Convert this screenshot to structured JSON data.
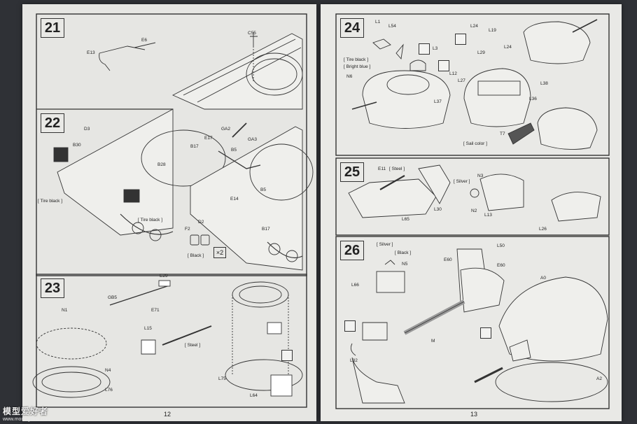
{
  "watermark": {
    "title": "模型爱好者",
    "site": "www.moxingfans.com"
  },
  "pages": {
    "left": {
      "number": "12"
    },
    "right": {
      "number": "13"
    }
  },
  "steps": {
    "s21": {
      "num": "21",
      "labels": {
        "e6": "E6",
        "e13": "E13",
        "c55": "C55"
      }
    },
    "s22": {
      "num": "22",
      "labels": {
        "d3": "D3",
        "b30": "B30",
        "b28": "B28",
        "e17": "E17",
        "ga2": "GA2",
        "ga3": "GA3",
        "b17a": "B17",
        "b5a": "B5",
        "b5b": "B5",
        "e14": "E14",
        "b17b": "B17",
        "f2": "F2",
        "d2": "D2"
      },
      "notes": {
        "tire1": "[ Tire black ]",
        "tire2": "[ Tire black ]",
        "black": "[ Black ]",
        "x2": "×2"
      }
    },
    "s23": {
      "num": "23",
      "labels": {
        "e29": "E29",
        "gb5": "GB5",
        "e71": "E71",
        "n1": "N1",
        "l15": "L15",
        "n4": "N4",
        "l76": "L76",
        "l75": "L75",
        "l64": "L64"
      },
      "notes": {
        "steel": "[ Steel ]"
      }
    },
    "s24": {
      "num": "24",
      "labels": {
        "l1": "L1",
        "l54": "L54",
        "l3": "L3",
        "n6": "N6",
        "l12": "L12",
        "l27": "L27",
        "l24a": "L24",
        "l19": "L19",
        "l29": "L29",
        "l24b": "L24",
        "l38": "L38",
        "l37": "L37",
        "l36": "L36",
        "t7": "T7"
      },
      "notes": {
        "tire": "[ Tire black ]",
        "bright": "[ Bright blue ]",
        "sail": "[ Sail color ]"
      }
    },
    "s25": {
      "num": "25",
      "labels": {
        "e11": "E11",
        "l30": "L30",
        "l65": "L65",
        "n3": "N3",
        "n2": "N2",
        "l13": "L13",
        "l26": "L26"
      },
      "notes": {
        "steel": "[ Steel ]",
        "silver": "[ Silver ]"
      }
    },
    "s26": {
      "num": "26",
      "labels": {
        "n5": "N5",
        "l66": "L66",
        "l50": "L50",
        "e60a": "E60",
        "e60b": "E60",
        "a0": "A0",
        "m": "M",
        "l32": "L32",
        "a2": "A2"
      },
      "notes": {
        "silver": "[ Silver ]",
        "black": "[ Black ]"
      }
    }
  }
}
